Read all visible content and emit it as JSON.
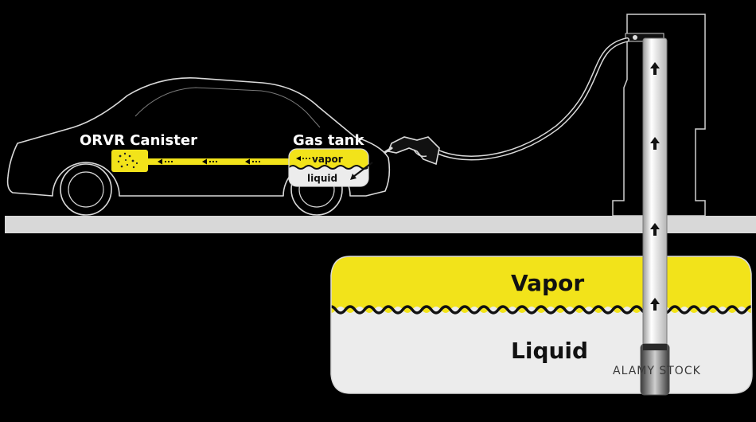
{
  "labels": {
    "canister": "ORVR Canister",
    "gas_tank": "Gas tank",
    "tank_vapor": "vapor",
    "tank_liquid": "liquid",
    "storage_vapor": "Vapor",
    "storage_liquid": "Liquid",
    "watermark": "ALAMY STOCK"
  },
  "colors": {
    "background": "#000000",
    "outline": "#d9d9d9",
    "vapor": "#f2e31a",
    "liquid": "#ececec",
    "ground": "#d8d8d8",
    "arrow": "#111111"
  },
  "icons": {
    "flow_arrows": "arrow-up-icon",
    "vapor_flow": "dotted-arrow-left-icon"
  }
}
